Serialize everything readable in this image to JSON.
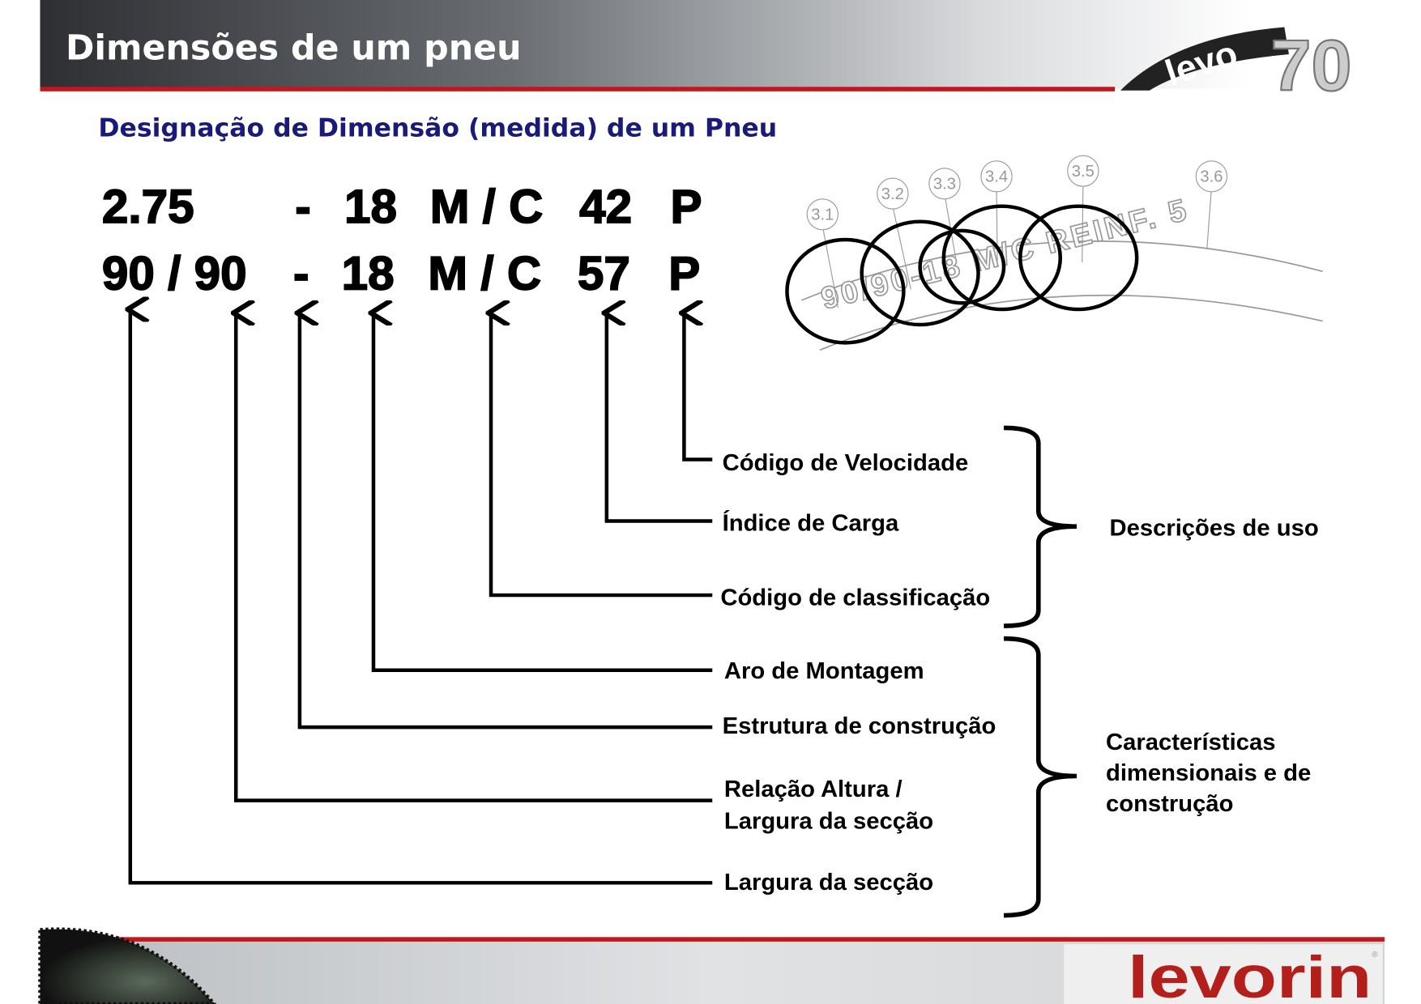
{
  "header": {
    "title": "Dimensões de um pneu",
    "logo_text": "levo",
    "logo_number": "70"
  },
  "subtitle": "Designação de Dimensão (medida) de um Pneu",
  "codes": {
    "row1": {
      "width": "2.75",
      "dash": "-",
      "rim": "18",
      "mc": "M / C",
      "load": "42",
      "speed": "P"
    },
    "row2": {
      "width": "90 / 90",
      "dash": "-",
      "rim": "18",
      "mc": "M / C",
      "load": "57",
      "speed": "P"
    }
  },
  "labels": {
    "speed": "Código de Velocidade",
    "load": "Índice de Carga",
    "class": "Código de classificação",
    "rim": "Aro de Montagem",
    "structure": "Estrutura de construção",
    "ratio_1": "Relação Altura /",
    "ratio_2": "Largura da secção",
    "width": "Largura da secção"
  },
  "groups": {
    "usage": "Descrições de uso",
    "dimensional_1": "Características",
    "dimensional_2": "dimensionais e de",
    "dimensional_3": "construção"
  },
  "tire_diagram": {
    "callouts": [
      "3.1",
      "3.2",
      "3.3",
      "3.4",
      "3.5",
      "3.6"
    ],
    "sidewall_text": "90/90-18 M/C REINF. 5"
  },
  "footer": {
    "brand": "levorin",
    "registered": "®"
  },
  "colors": {
    "accent_red": "#c4161c",
    "navy": "#1a1a78"
  }
}
